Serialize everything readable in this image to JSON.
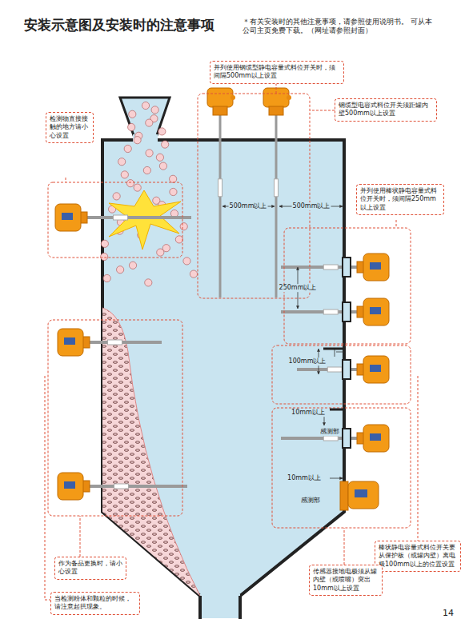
{
  "diagram": {
    "title": "安装示意图及安装时的注意事项",
    "nodes": [
      {
        "text": [
          "检测物直接接触的地方请小心设置"
        ]
      },
      {
        "text": [
          "并列使用钢缆型静电容量式料位开关时，须间隔500mm以上设置"
        ]
      },
      {
        "text": [
          "钢缆型电容式料位开关须距罐内壁500mm以上设置"
        ]
      },
      {
        "text": [
          "并列使用棒状静电容量式料位开关时，须间隔250mm以上设置"
        ]
      },
      {
        "text": [
          "棒状静电容量式料位开关要从保护板（或罐内壁）离电极100mm以上的位置设置"
        ]
      },
      {
        "text": [
          "传感器接地电极须从罐内壁（或喷嘴）突出10mm以上设置"
        ]
      },
      {
        "text": [
          "作为备品更换时，请小心设置"
        ]
      },
      {
        "text": [
          "当检测粉体和颗粒的时候，请注意起拱现象。"
        ]
      }
    ],
    "labels": [
      "＊有关安装时的其他注意事项，请参照使用说明书。 可从本公司主页免费下载。（网址请参照封面）",
      "500mm以上",
      "500mm以上",
      "250mm以上",
      "100mm以上",
      "10mm以上",
      "感测部",
      "10mm以上",
      "感测部",
      "14"
    ]
  }
}
